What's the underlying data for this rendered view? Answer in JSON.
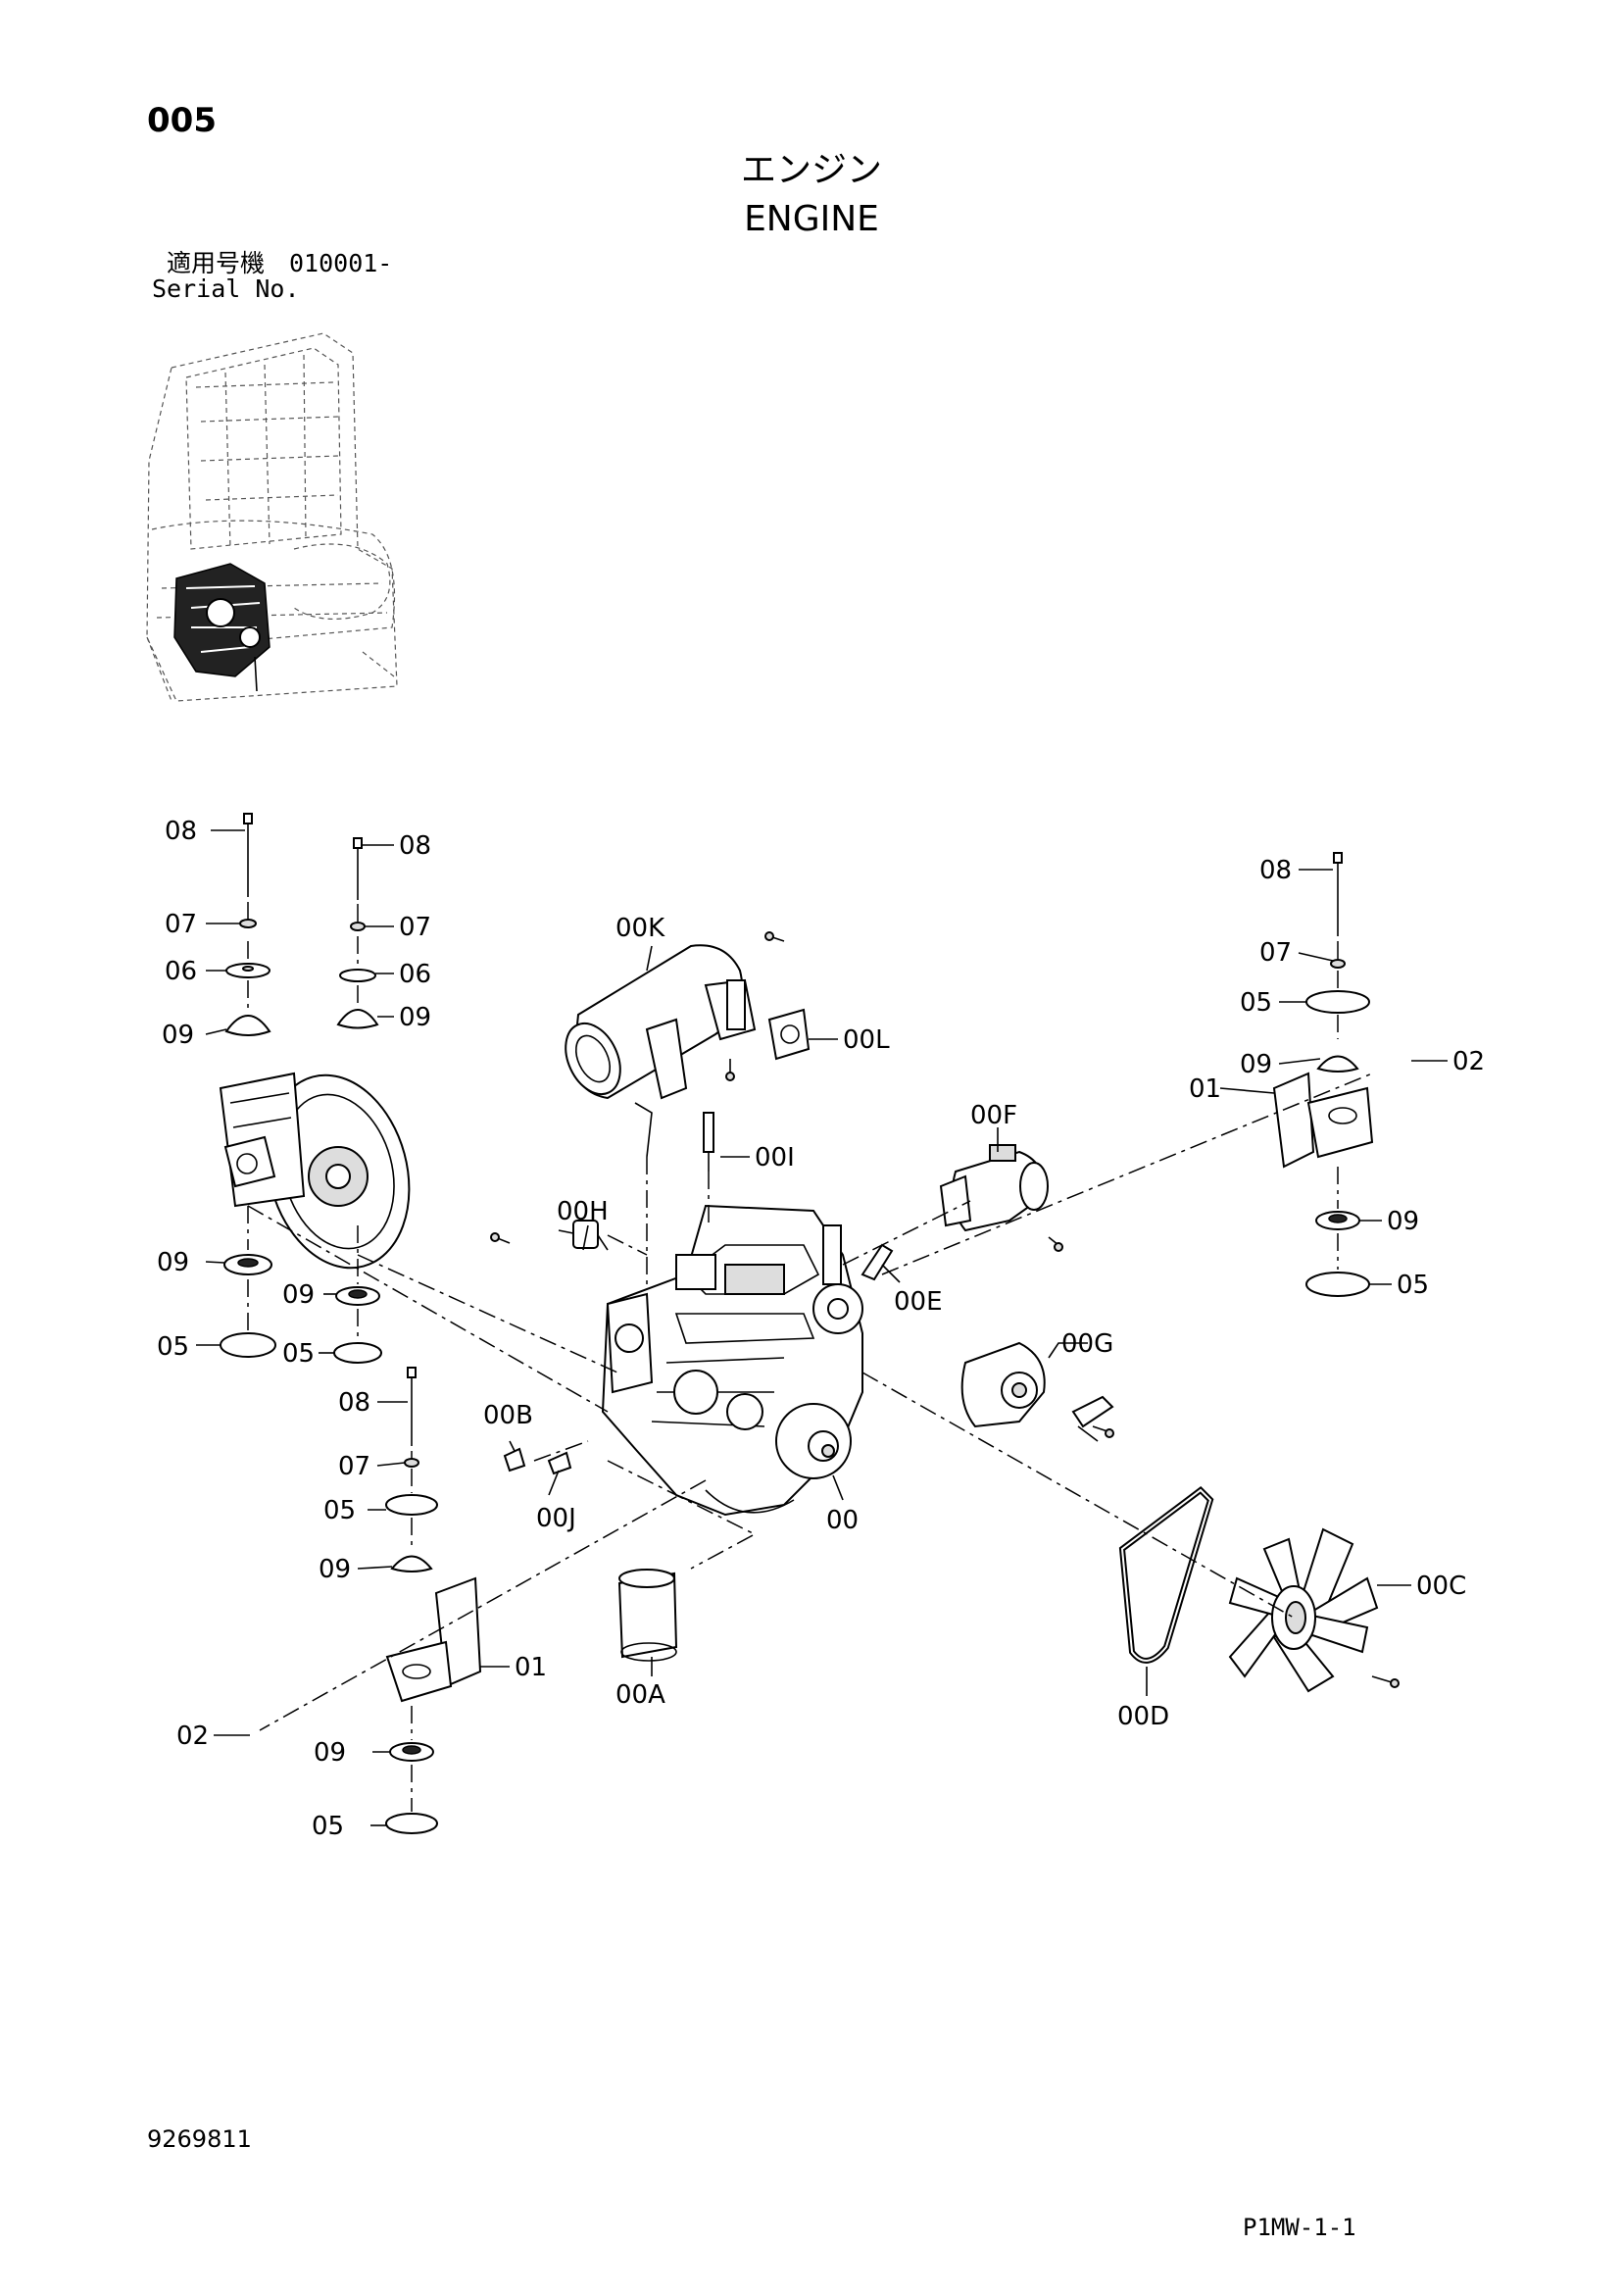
{
  "header": {
    "page_number": "005",
    "title_jp": "エンジン",
    "title_en": "ENGINE",
    "serial_label_jp": "適用号機　010001-",
    "serial_label_en": "Serial No."
  },
  "footer": {
    "drawing_number": "9269811",
    "sheet_ref": "P1MW-1-1"
  },
  "callouts": {
    "c00": "00",
    "c00A": "00A",
    "c00B": "00B",
    "c00C": "00C",
    "c00D": "00D",
    "c00E": "00E",
    "c00F": "00F",
    "c00G": "00G",
    "c00H": "00H",
    "c00I": "00I",
    "c00J": "00J",
    "c00K": "00K",
    "c00L": "00L",
    "c01": "01",
    "c02": "02",
    "c05": "05",
    "c06": "06",
    "c07": "07",
    "c08": "08",
    "c09": "09"
  }
}
